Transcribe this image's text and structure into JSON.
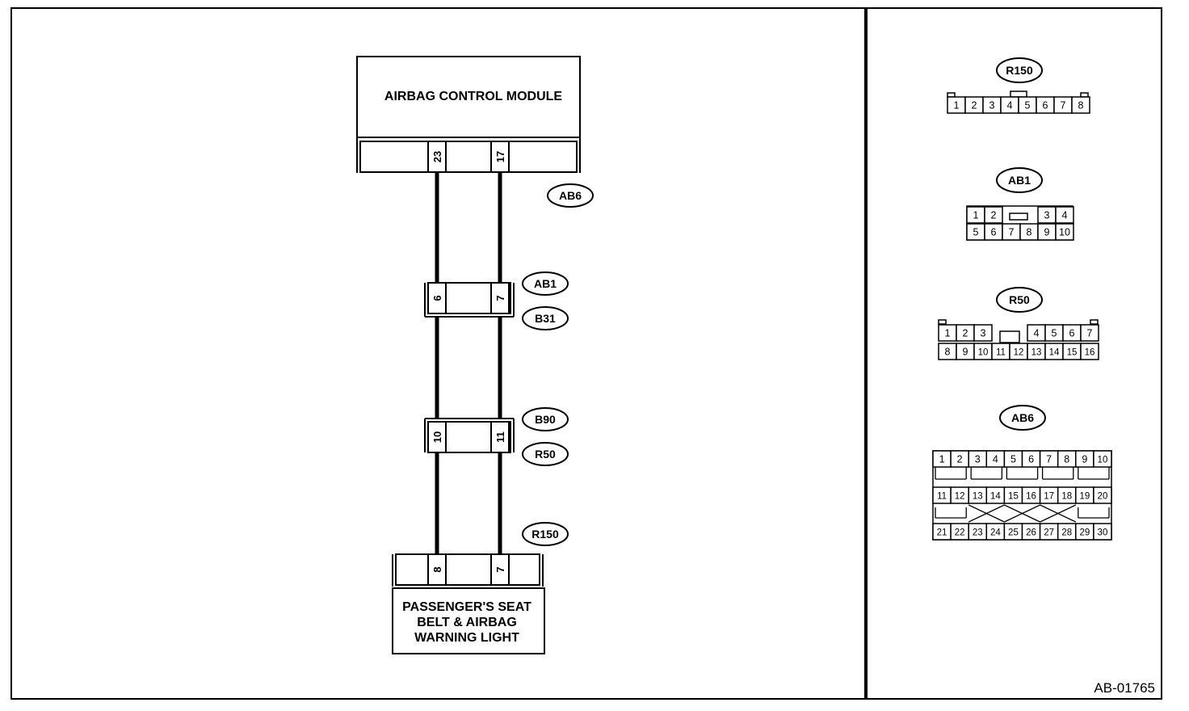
{
  "diagram_id": "AB-01765",
  "components": {
    "acm": {
      "label": "AIRBAG CONTROL MODULE"
    },
    "warning_light": {
      "label_lines": [
        "PASSENGER'S SEAT",
        "BELT & AIRBAG",
        "WARNING LIGHT"
      ]
    }
  },
  "wiring": {
    "acm_pins": [
      "23",
      "17"
    ],
    "acm_connector": "AB6",
    "joint1": {
      "pins": [
        "6",
        "7"
      ],
      "tags": [
        "AB1",
        "B31"
      ]
    },
    "joint2": {
      "pins": [
        "10",
        "11"
      ],
      "tags": [
        "B90",
        "R50"
      ]
    },
    "light_pins": [
      "8",
      "7"
    ],
    "light_connector": "R150"
  },
  "connector_views": [
    {
      "name": "R150",
      "rows": [
        [
          "1",
          "2",
          "3",
          "4",
          "5",
          "6",
          "7",
          "8"
        ]
      ]
    },
    {
      "name": "AB1",
      "rows": [
        [
          "1",
          "2",
          "",
          "3",
          "4"
        ],
        [
          "5",
          "6",
          "7",
          "8",
          "9",
          "10"
        ]
      ]
    },
    {
      "name": "R50",
      "rows": [
        [
          "1",
          "2",
          "3",
          "",
          "4",
          "5",
          "6",
          "7"
        ],
        [
          "8",
          "9",
          "10",
          "11",
          "12",
          "13",
          "14",
          "15",
          "16"
        ]
      ]
    },
    {
      "name": "AB6",
      "rows": [
        [
          "1",
          "2",
          "3",
          "4",
          "5",
          "6",
          "7",
          "8",
          "9",
          "10"
        ],
        [
          "11",
          "12",
          "13",
          "14",
          "15",
          "16",
          "17",
          "18",
          "19",
          "20"
        ],
        [
          "21",
          "22",
          "23",
          "24",
          "25",
          "26",
          "27",
          "28",
          "29",
          "30"
        ]
      ]
    }
  ]
}
